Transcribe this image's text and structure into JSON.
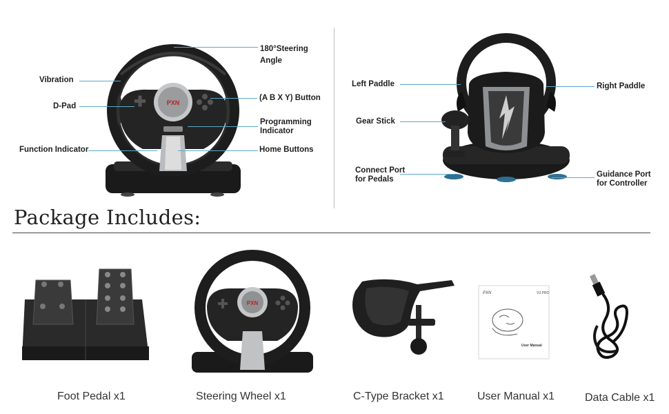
{
  "front_labels": {
    "steering_angle": "180°Steering\nAngle",
    "vibration": "Vibration",
    "dpad": "D-Pad",
    "abxy": "(A B X Y) Button",
    "programming": "Programming\nIndicator",
    "function_indicator": "Function Indicator",
    "home_buttons": "Home Buttons"
  },
  "back_labels": {
    "left_paddle": "Left Paddle",
    "right_paddle": "Right Paddle",
    "gear_stick": "Gear Stick",
    "connect_port": "Connect Port\nfor Pedals",
    "guidance_port": "Guidance Port\nfor Controller"
  },
  "package": {
    "title": "Package Includes:",
    "items": [
      {
        "caption": "Foot Pedal x1"
      },
      {
        "caption": "Steering Wheel x1"
      },
      {
        "caption": "C-Type Bracket x1"
      },
      {
        "caption": "User Manual x1"
      },
      {
        "caption": "Data Cable x1"
      }
    ],
    "manual_brand": "PXN",
    "manual_model": "V3 PRO",
    "manual_title": "User Manual"
  },
  "colors": {
    "callout_line": "#5aa9c9",
    "wheel_body": "#1c1c1c",
    "chrome": "#b9bcbf"
  }
}
